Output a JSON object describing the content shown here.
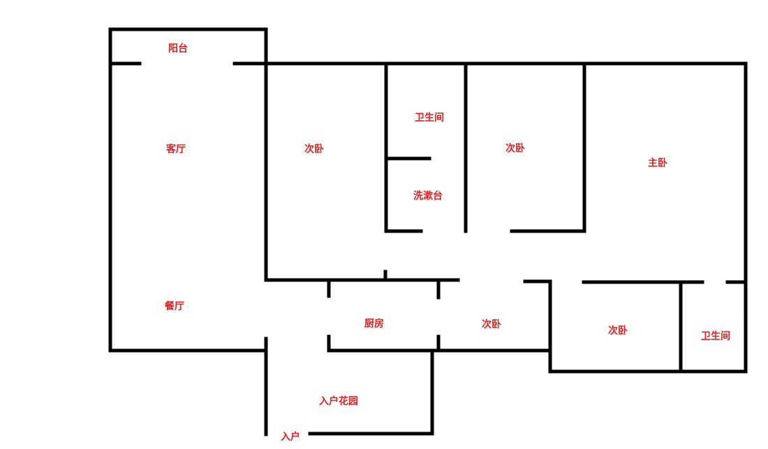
{
  "colors": {
    "wall": "#000000",
    "label": "#e02020",
    "background": "#ffffff"
  },
  "rooms": {
    "balcony": "阳台",
    "living_room": "客厅",
    "dining_room": "餐厅",
    "bedroom_1": "次卧",
    "bathroom_1": "卫生间",
    "washbasin": "洗漱台",
    "bedroom_2": "次卧",
    "master_bedroom": "主卧",
    "kitchen": "厨房",
    "bedroom_3": "次卧",
    "bedroom_4": "次卧",
    "bathroom_2": "卫生间",
    "entry_garden": "入户花园",
    "entrance": "入户"
  }
}
